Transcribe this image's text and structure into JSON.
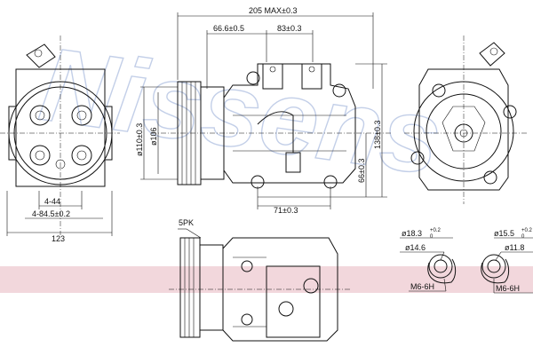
{
  "watermark": {
    "text": "Nissens",
    "color": "#b9c7e4"
  },
  "band": {
    "color": "#e8b7bf"
  },
  "dimensions": {
    "overall_length": "205 MAX±0.3",
    "mount_spacing_1": "66.6±0.5",
    "mount_spacing_2": "83±0.3",
    "pulley_dia_outer": "ø110±0.3",
    "pulley_dia_inner": "ø106",
    "height_total": "138±0.3",
    "height_mount": "66±0.3",
    "mount_width": "71±0.3",
    "holes_a": "4-44",
    "holes_b": "4-84.5±0.2",
    "front_width": "123",
    "belt": "5PK"
  },
  "ports": {
    "left": {
      "outer": "ø18.3",
      "tol_upper": "+0.2",
      "tol_lower": "0",
      "inner": "ø14.6",
      "thread": "M6-6H"
    },
    "right": {
      "outer": "ø15.5",
      "tol_upper": "+0.2",
      "tol_lower": "0",
      "inner": "ø11.8",
      "thread": "M6-6H"
    }
  }
}
